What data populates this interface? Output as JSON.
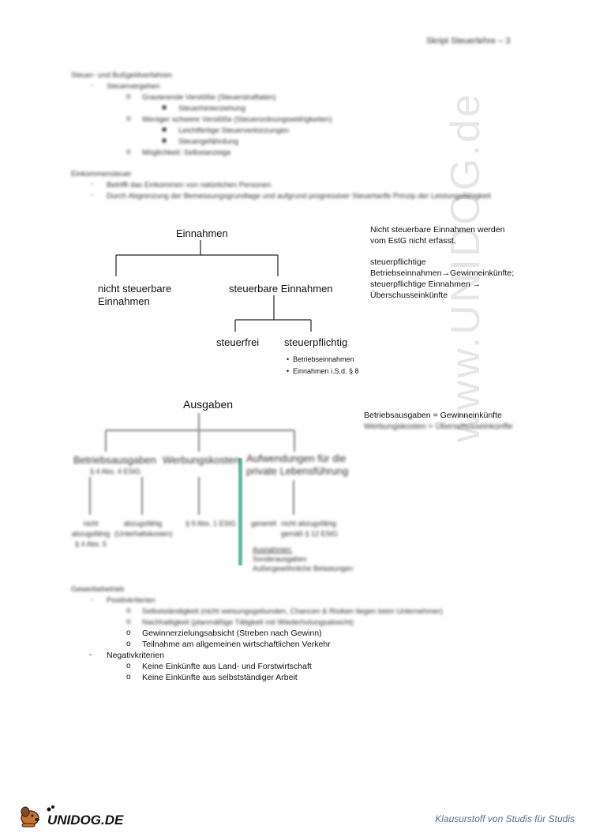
{
  "header": {
    "title": "Skript Steuerlehre – 3"
  },
  "blurred": {
    "sec1_title": "Steuer- und Bußgeldverfahren",
    "sec1_l1": "Steuervergehen",
    "sec1_l2a": "Gravierende Verstöße (Steuerstraftaten)",
    "sec1_l3a": "Steuerhinterziehung",
    "sec1_l2b": "Weniger schwere Verstöße (Steuerordnungswidrigkeiten)",
    "sec1_l3b": "Leichtfertige Steuerverkürzungen",
    "sec1_l3c": "Steuergefährdung",
    "sec1_l2c": "Möglichkeit: Selbstanzeige",
    "sec2_title": "Einkommensteuer",
    "sec2_l1a": "Betrifft das Einkommen von natürlichen Personen",
    "sec2_l1b": "Durch Abgrenzung der Bemessungsgrundlage und aufgrund progressiver Steuertarife Prinzip der Leistungsfähigkeit",
    "ausgaben_note2": "Werbungskosten = Überschusseinkünfte",
    "a_betrieb": "Betriebsausgaben",
    "a_betrieb_sub": "§ 4 Abs. 4 EStG",
    "a_werbung": "Werbungskosten",
    "a_priv": "Aufwendungen für die private Lebensführung",
    "a_b1": "nicht abzugsfähig § 4 Abs. 5",
    "a_b2": "abzugsfähig (Unterhaltskosten)",
    "a_w1": "§ 9 Abs. 1 EStG",
    "a_p1": "generell",
    "a_p2": "nicht abzugsfähig gemäß § 12 EStG",
    "a_p3": "Ausnahmen:",
    "a_p4": "Sonderausgaben",
    "a_p5": "Außergewöhnliche Belastungen",
    "sec3_title": "Gewerbebetrieb",
    "sec3_l1": "Positivkriterien",
    "sec3_l2a": "Selbstständigkeit (nicht weisungsgebunden, Chancen & Risiken liegen beim Unternehmer)",
    "sec3_l2b": "Nachhaltigkeit (planmäßige Tätigkeit mit Wiederholungsabsicht)"
  },
  "einnahmen": {
    "root": "Einnahmen",
    "left": "nicht steuerbare Einnahmen",
    "right": "steuerbare Einnahmen",
    "frei": "steuerfrei",
    "pflichtig": "steuerpflichtig",
    "bullet1": "Betriebseinnahmen",
    "bullet2": "Einnahmen i.S.d. § 8",
    "note1": "Nicht steuerbare Einnahmen werden",
    "note2": "vom EstG nicht erfasst,",
    "note3": "steuerpflichtige",
    "note4": "Betriebseinnahmen→Gewinneinkünfte;",
    "note5": "steuerpflichtige Einnahmen →",
    "note6": "Überschusseinkünfte"
  },
  "ausgaben": {
    "root": "Ausgaben",
    "note1": "Betriebsausgaben = Gewinneinkünfte"
  },
  "section3": {
    "i3": "Gewinnerzielungsabsicht (Streben nach Gewinn)",
    "i4": "Teilnahme am allgemeinen wirtschaftlichen Verkehr",
    "neg": "Negativkriterien",
    "n1": "Keine Einkünfte aus Land- und Forstwirtschaft",
    "n2": "Keine Einkünfte aus selbstständiger Arbeit"
  },
  "footer": {
    "logo": "UNIDOG.DE",
    "slogan": "Klausurstoff von Studis für Studis",
    "watermark": "www.UNIDOG.de"
  },
  "colors": {
    "accent_bar": "#66b8a4",
    "slogan": "#5b6f86"
  }
}
